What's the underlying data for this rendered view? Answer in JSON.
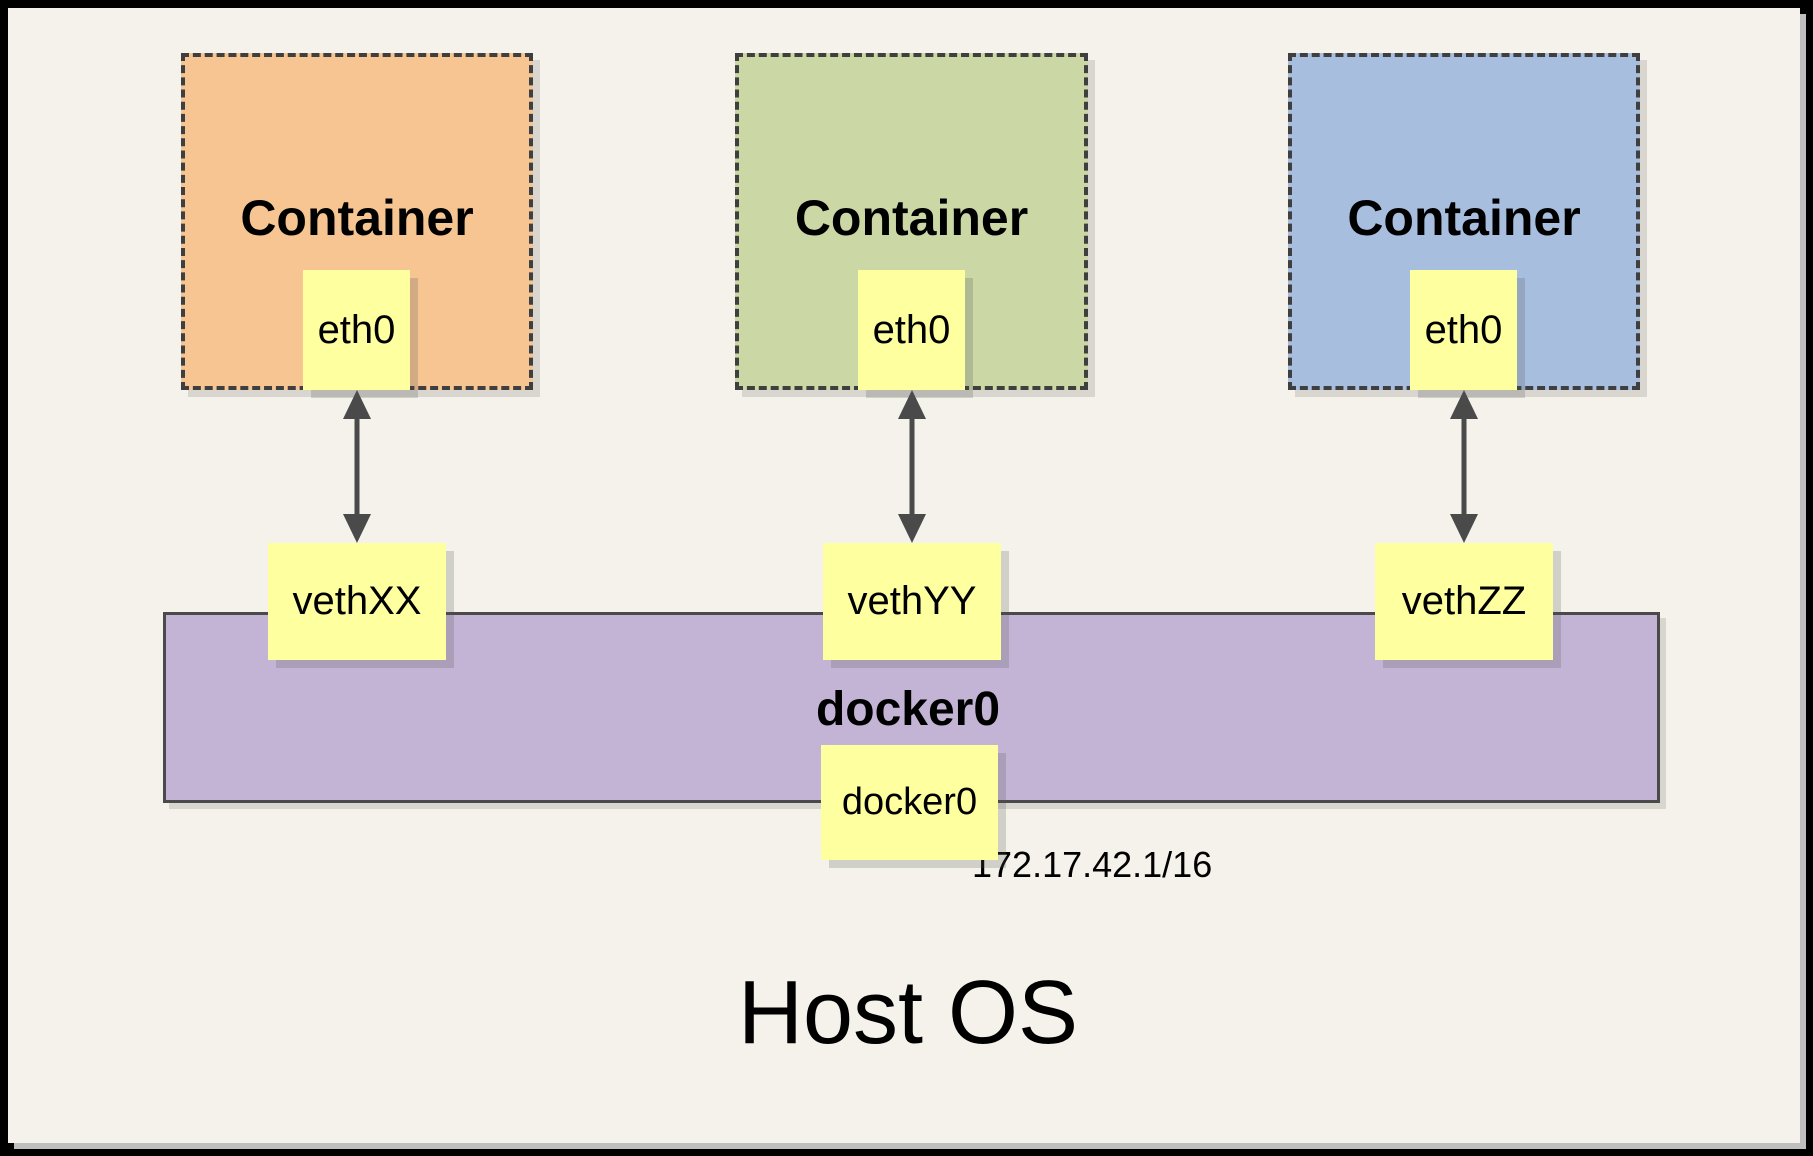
{
  "diagram": {
    "containers": [
      {
        "label": "Container",
        "interface": "eth0",
        "veth": "vethXX",
        "color": "#f6c592"
      },
      {
        "label": "Container",
        "interface": "eth0",
        "veth": "vethYY",
        "color": "#cbd8a5"
      },
      {
        "label": "Container",
        "interface": "eth0",
        "veth": "vethZZ",
        "color": "#a8bedf"
      }
    ],
    "bridge": {
      "title": "docker0",
      "interface": "docker0",
      "ip": "172.17.42.1/16",
      "color": "#c3b4d5"
    },
    "host_label": "Host OS",
    "badge_color": "#feff9e",
    "arrow_color": "#4a4a4a",
    "background_color": "#f4f2ea",
    "frame_color": "#000000"
  }
}
